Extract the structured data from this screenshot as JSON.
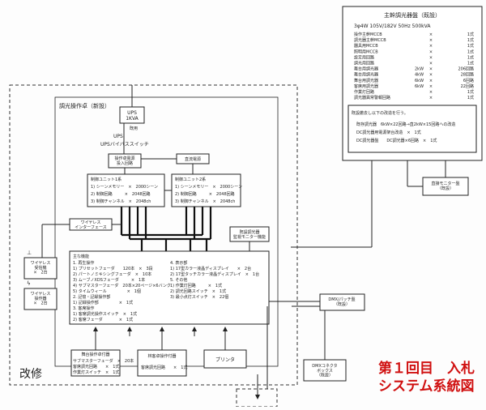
{
  "colors": {
    "ink": "#222222",
    "title": "#d01010",
    "paper": "#fdfdfd"
  },
  "main_panel": {
    "title": "主幹調光器盤（既設）",
    "spec": "3φ4W 105V/182V 50Hz 500kVA",
    "rows": [
      {
        "name": "操作主幹MCCB",
        "unit": "",
        "qty": "1式"
      },
      {
        "name": "調光器主幹MCCB",
        "unit": "",
        "qty": "1式"
      },
      {
        "name": "器具用MCCB",
        "unit": "",
        "qty": "1式"
      },
      {
        "name": "照明用MCCB",
        "unit": "",
        "qty": "1式"
      },
      {
        "name": "設定用回路",
        "unit": "",
        "qty": "1式"
      },
      {
        "name": "調光用回路",
        "unit": "",
        "qty": "1式"
      },
      {
        "name": "舞台用調光器",
        "unit": "2kW",
        "qty": "206回路"
      },
      {
        "name": "舞台用調光器",
        "unit": "4kW",
        "qty": "28回路"
      },
      {
        "name": "舞台用調光器",
        "unit": "6kW",
        "qty": "6回路"
      },
      {
        "name": "客席用調光器",
        "unit": "6kW",
        "qty": "22回路"
      },
      {
        "name": "作業灯回路",
        "unit": "",
        "qty": "1式"
      },
      {
        "name": "調光器異常警報回路",
        "unit": "",
        "qty": "1式"
      }
    ],
    "note_title": "既設撤去し以下の改造を行う。",
    "note_lines": [
      "既存調光器　6kW×22回路→直2kW×15回路への改造",
      "DC調光器用電源架台改造　×　1式",
      "DC調光器盤　　DC調光器×6回路　×　1式"
    ]
  },
  "stage_monitor": "直接モニター盤\n（既設）",
  "renovation_label": "改修",
  "console": {
    "title": "調光操作卓（新設）",
    "ups_label": "UPS\n1KVA",
    "ups_note": "既用",
    "ups": "UPS",
    "ups_bypass": "UPSバイパススイッチ",
    "power_unit": "操作卓電源\n投入回路",
    "dist_power": "直流電源",
    "ctrl1": [
      "制御ユニット1系",
      "1) シーンメモリー　×　2000シーン",
      "2) 制御回路　　　×　2048回路",
      "3) 制御チャンネル　×　2048ch"
    ],
    "ctrl2": [
      "制御ユニット2系",
      "1) シーンメモリー　×　2000シーン",
      "2) 制御回路　　　×　2048回路",
      "3) 制御チャンネル　×　2048ch"
    ],
    "wireless_if": "ワイヤレス\nインターフェース",
    "monitor_func": "既設調光器\n監視モニター機能",
    "wireless_rx": "ワイヤレス\n受信機\n×　2台",
    "wireless_tx": "ワイヤレス\n操作器\n×　2台",
    "main_func_title": "主な機能",
    "left_list": [
      "1. 再生操作",
      "1) プリセットフェーダ　　120本　×　3段",
      "2) パートノミキシングフェーダ　×　10本",
      "3) ムーブノXDSフェーダ　　　×　1本",
      "4) サブマスターフェーダ　20本×20ページ×6バンク",
      "5) タイムウィール　　　　　×　1個",
      "2. 記憶・記録操作部",
      "1) 記録操作部　　　　　×　1式",
      "3. 客席操作",
      "1) 客席調光操作スイッチ　×　1式",
      "2) 客席フェーダ　　　　×　1式"
    ],
    "right_list": [
      "4. 表示部",
      "1) 17型カラー液晶ディスプレイ　　×　2台",
      "2) 17型タッチカラー液晶ディスプレイ　×　1台",
      "5. その他",
      "1) 作業灯回路　　　×　1式",
      "2) 調光回路スイッチ　×　1式",
      "3) 最小点灯スイッチ　×　22個"
    ],
    "sub_console": [
      "舞台操作卓付器",
      "サブマスターフェーダ　×　20本",
      "客席調光回路　　×　1式",
      "作業灯スイッチ　×　1式"
    ],
    "house_console": [
      "林客卓操作付器",
      "客席調光回路　　×　1式"
    ],
    "printer": "プリンタ"
  },
  "dmx_panel": "DMX/パッチ盤\n（既設）",
  "dmx_box": "DMXコネクタ\nボックス\n（既設）",
  "footer_title_1": "第１回目　入札",
  "footer_title_2": "システム系統図"
}
